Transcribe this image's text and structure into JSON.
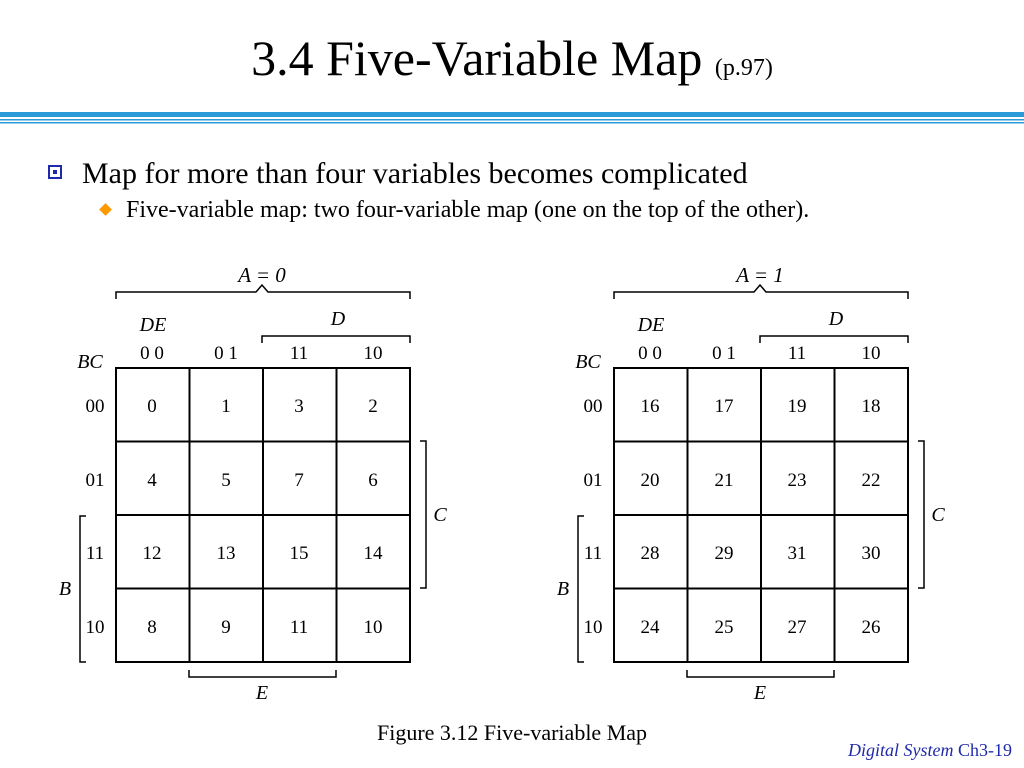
{
  "slide": {
    "title_main": "3.4   Five-Variable Map ",
    "title_sub": "(p.97)",
    "bullet1": "Map for more than four variables becomes complicated",
    "bullet2": "Five-variable map: two four-variable map (one on the top of the other).",
    "caption": "Figure 3.12 Five-variable Map",
    "footer_course": "Digital System",
    "footer_page": " Ch3-19"
  },
  "maps": [
    {
      "a_label": "A = 0",
      "de_label": "DE",
      "bc_label": "BC",
      "d_label": "D",
      "e_label": "E",
      "c_label": "C",
      "b_label": "B",
      "col_labels": [
        "0 0",
        "0 1",
        "11",
        "10"
      ],
      "row_labels": [
        "00",
        "01",
        "11",
        "10"
      ],
      "cells": [
        [
          "0",
          "1",
          "3",
          "2"
        ],
        [
          "4",
          "5",
          "7",
          "6"
        ],
        [
          "12",
          "13",
          "15",
          "14"
        ],
        [
          "8",
          "9",
          "11",
          "10"
        ]
      ]
    },
    {
      "a_label": "A = 1",
      "de_label": "DE",
      "bc_label": "BC",
      "d_label": "D",
      "e_label": "E",
      "c_label": "C",
      "b_label": "B",
      "col_labels": [
        "0 0",
        "0 1",
        "11",
        "10"
      ],
      "row_labels": [
        "00",
        "01",
        "11",
        "10"
      ],
      "cells": [
        [
          "16",
          "17",
          "19",
          "18"
        ],
        [
          "20",
          "21",
          "23",
          "22"
        ],
        [
          "28",
          "29",
          "31",
          "30"
        ],
        [
          "24",
          "25",
          "27",
          "26"
        ]
      ]
    }
  ],
  "colors": {
    "rule_blue": "#2a9bd8",
    "bullet_blue": "#1f2aa8",
    "bullet_orange": "#ff9900"
  }
}
